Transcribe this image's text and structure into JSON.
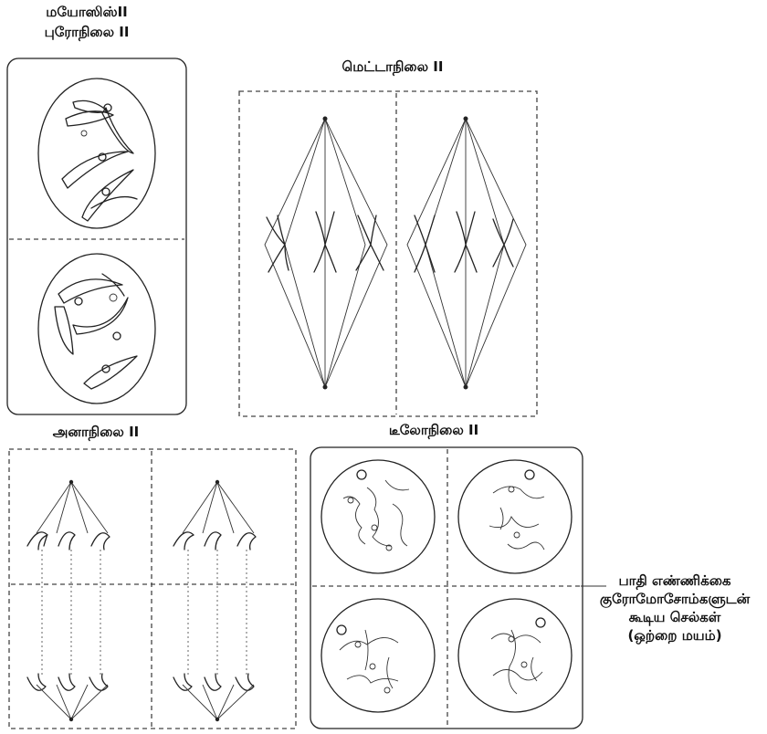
{
  "labels": {
    "meiosis_title": "மயோஸிஸ்II",
    "prophase": "புரோநிலை II",
    "metaphase": "மெட்டாநிலை II",
    "anaphase": "அனாநிலை II",
    "telophase": "டீலோநிலை II"
  },
  "result_label": {
    "line1": "பாதி எண்ணிக்கை",
    "line2": "குரோமோசோம்களுடன்",
    "line3": "கூடிய செல்கள்",
    "line4": "(ஒற்றை மயம்)"
  }
}
